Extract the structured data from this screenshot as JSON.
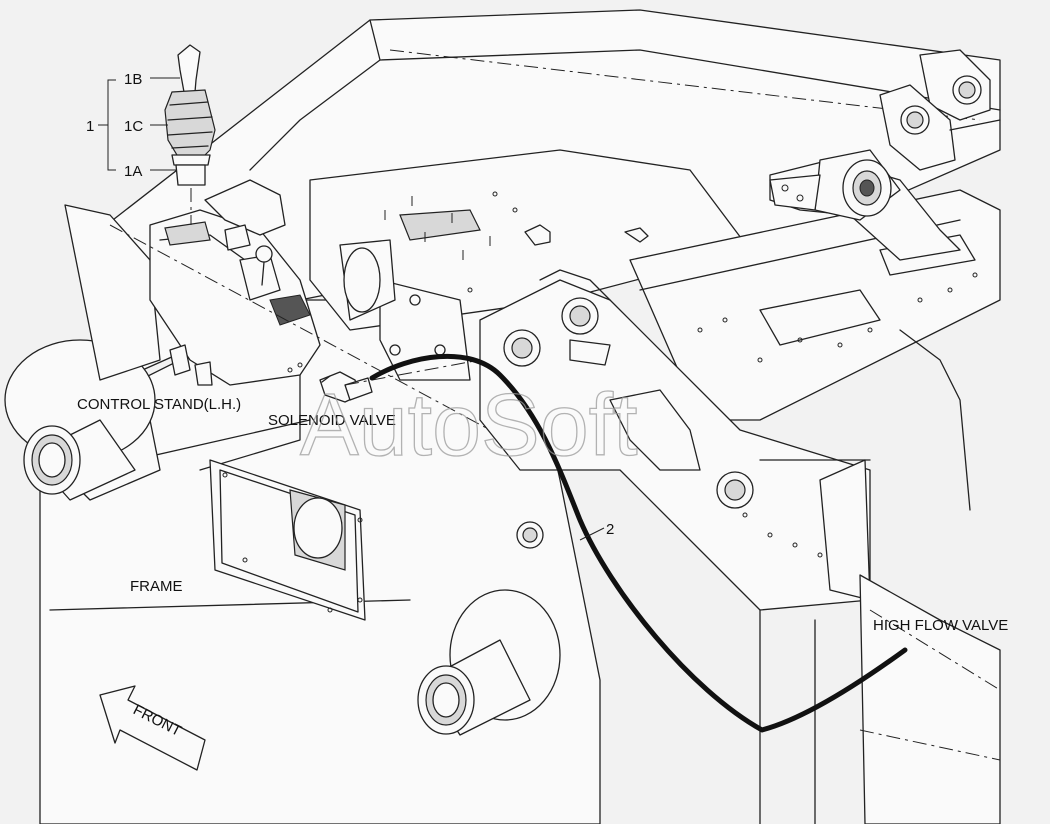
{
  "labels": {
    "callout_1": "1",
    "callout_1b": "1B",
    "callout_1c": "1C",
    "callout_1a": "1A",
    "callout_2": "2",
    "control_stand": "CONTROL STAND(L.H.)",
    "solenoid_valve": "SOLENOID VALVE",
    "frame": "FRAME",
    "high_flow_valve": "HIGH FLOW VALVE",
    "front": "FRONT"
  },
  "watermark": "AutoSoft",
  "colors": {
    "background": "#f2f2f2",
    "line": "#222222",
    "hose": "#111111",
    "watermark": "#9a9a9a"
  }
}
